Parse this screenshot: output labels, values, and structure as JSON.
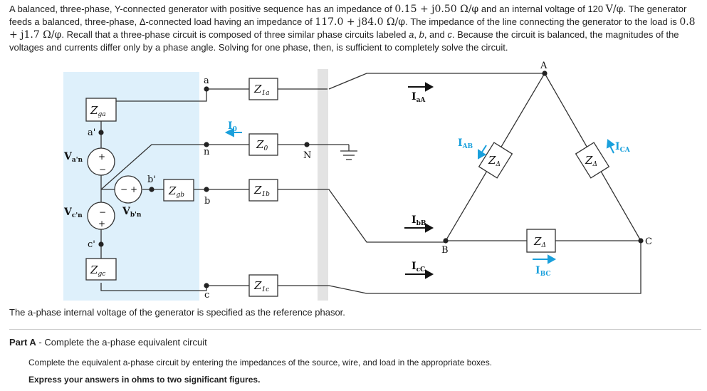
{
  "problem": {
    "s1": "A balanced, three-phase, Y-connected generator with positive sequence has an impedance of ",
    "z_gen": "0.15 + j0.50 Ω/φ",
    "s2": " and an internal voltage of 120 ",
    "volt_unit": "V/φ",
    "s3": ". The generator feeds a balanced, three-phase, Δ-connected load having an impedance of ",
    "z_load": "117.0 + j84.0 Ω/φ",
    "s4": ". The impedance of the line connecting the generator to the load is ",
    "z_line": "0.8 + j1.7 Ω/φ",
    "s5": ". Recall that a three-phase circuit is composed of three similar phase circuits labeled ",
    "phase_a": "a",
    "sep1": ", ",
    "phase_b": "b",
    "sep2": ", and ",
    "phase_c": "c",
    "s6": ". Because the circuit is balanced, the magnitudes of the voltages and currents differ only by a phase angle. Solving for one phase, then, is sufficient to completely solve the circuit."
  },
  "diagram": {
    "zga": "Z",
    "zga_sub": "ga",
    "zgb": "Z",
    "zgb_sub": "gb",
    "zgc": "Z",
    "zgc_sub": "gc",
    "z1a": "Z",
    "z1a_sub": "1a",
    "z0": "Z",
    "z0_sub": "0",
    "z1b": "Z",
    "z1b_sub": "1b",
    "z1c": "Z",
    "z1c_sub": "1c",
    "zd_left": "Z",
    "zd_right": "Z",
    "zd_bottom": "Z",
    "delta_sub": "Δ",
    "node_a": "a",
    "node_ap": "a'",
    "node_n": "n",
    "node_N": "N",
    "node_b": "b",
    "node_bp": "b'",
    "node_c": "c",
    "node_cp": "c'",
    "node_A": "A",
    "node_B": "B",
    "node_C": "C",
    "van": "V",
    "van_sub": "a'n",
    "vcn": "V",
    "vcn_sub": "c'n",
    "vbn": "V",
    "vbn_sub": "b'n",
    "plus": "+",
    "minus": "−",
    "io": "I",
    "io_sub": "0",
    "iaa": "I",
    "iaa_sub": "aA",
    "ibb": "I",
    "ibb_sub": "bB",
    "icc": "I",
    "icc_sub": "cC",
    "iab": "I",
    "iab_sub": "AB",
    "ica": "I",
    "ica_sub": "CA",
    "ibc": "I",
    "ibc_sub": "BC",
    "colors": {
      "generator_bg": "#def0fb",
      "accent": "#1aa0dc",
      "wire": "#333333",
      "ground_bar": "#e3e3e3"
    }
  },
  "reference_text": "The a-phase internal voltage of the generator is specified as the reference phasor.",
  "part_a": {
    "label": "Part A",
    "dash": " - ",
    "title": "Complete the a-phase equivalent circuit"
  },
  "instructions": "Complete the equivalent a-phase circuit by entering the impedances of the source, wire, and load in the appropriate boxes.",
  "express": "Express your answers in ohms to two significant figures."
}
